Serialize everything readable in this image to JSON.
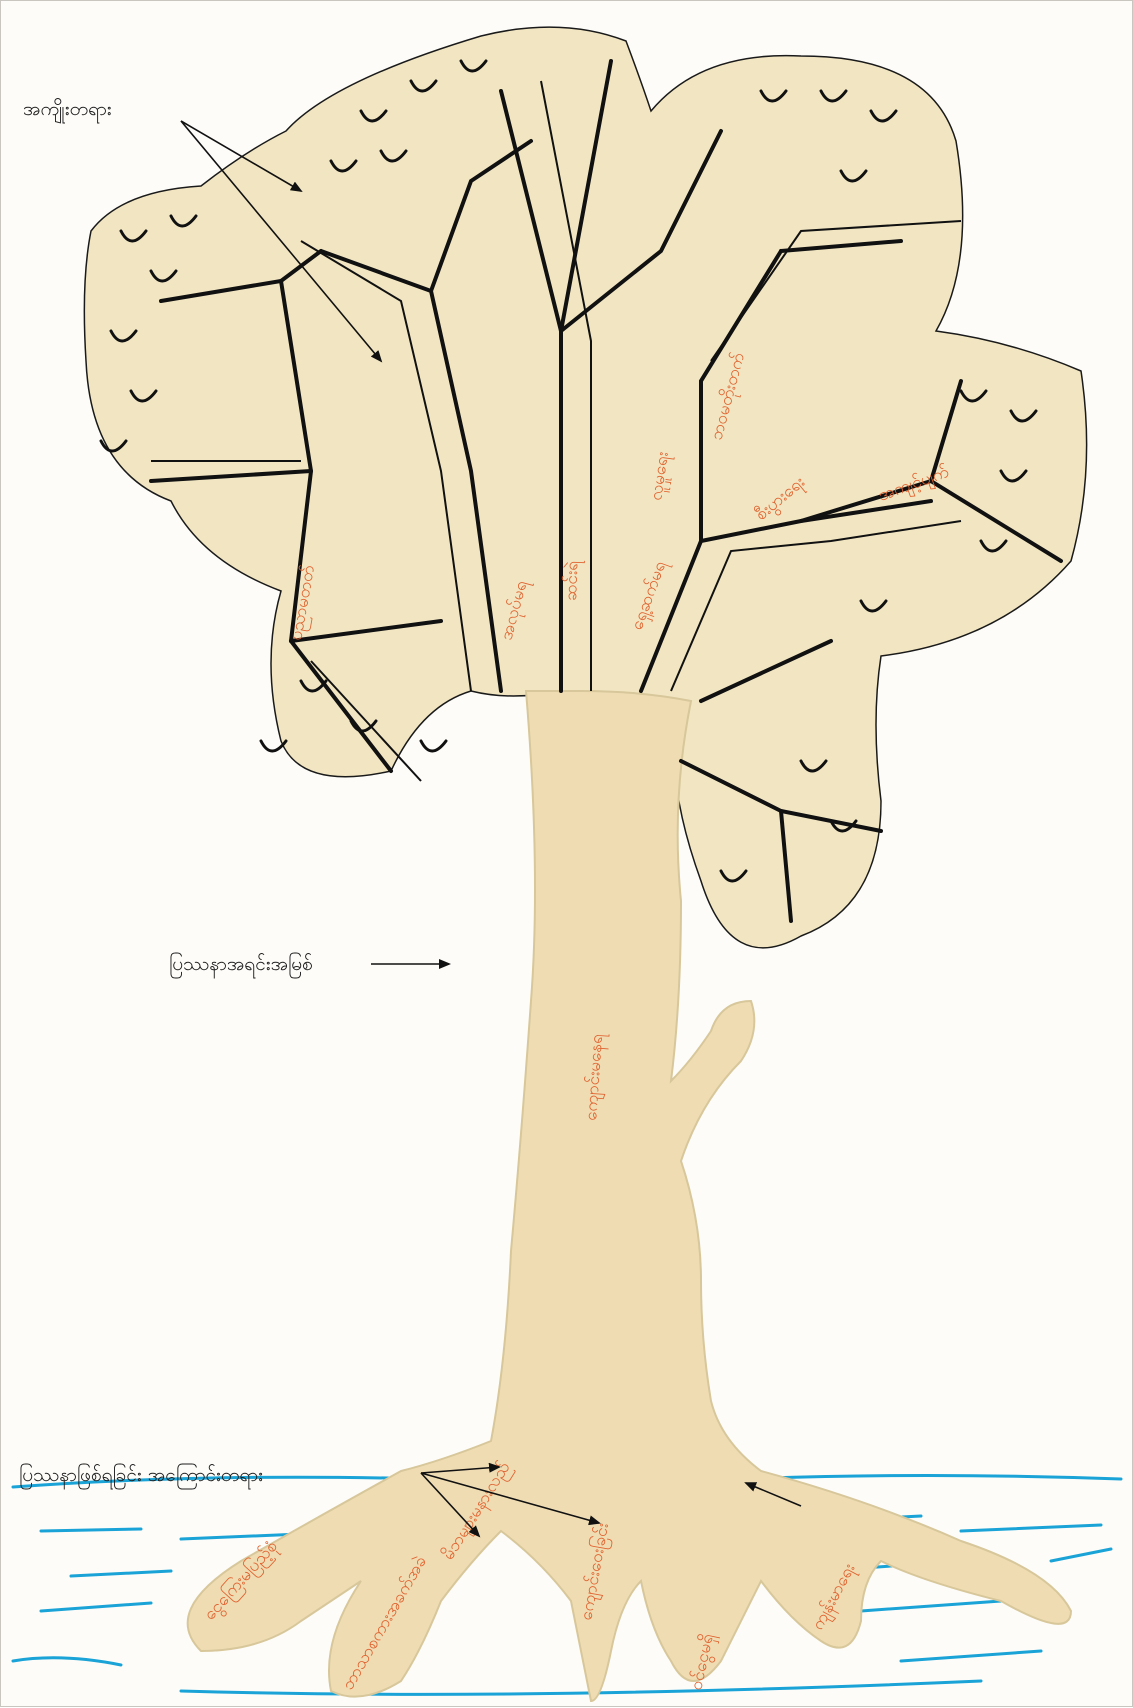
{
  "labels": {
    "fruits": "အကျိုးတရား",
    "core_problem": "ပြဿနာအရင်းအမြစ်",
    "causes": "ပြဿနာဖြစ်ရခြင်း အကြောင်းတရား"
  },
  "handwriting": {
    "trunk": "ကျောင်းမနေရ",
    "roots": [
      "ငွေကြေးမပြည့်စုံ",
      "မိဘများမနားလည်",
      "ဘာသာစကားအခက်အခဲ",
      "ကျောင်းဝေးခြင်း",
      "ဝင်ငွေမရှိ",
      "ကျန်းမာရေး"
    ],
    "branches": [
      "ပညာမတတ်",
      "အလုပ်မရ",
      "ဆင်းရဲ",
      "ရှေ့ဆက်မရ",
      "လူမှုရေး",
      "စီးပွားရေး",
      "ဘဝမတိုးတက်",
      "အကျင့်ပျက်"
    ]
  },
  "colors": {
    "paper": "#fdfcf9",
    "canopy": "#f2e6c2",
    "trunk": "#efdcb3",
    "ink": "#111111",
    "handwriting": "#e0622f",
    "ground_lines": "#1aa3d6"
  },
  "icons": [
    "arrow-icon"
  ]
}
